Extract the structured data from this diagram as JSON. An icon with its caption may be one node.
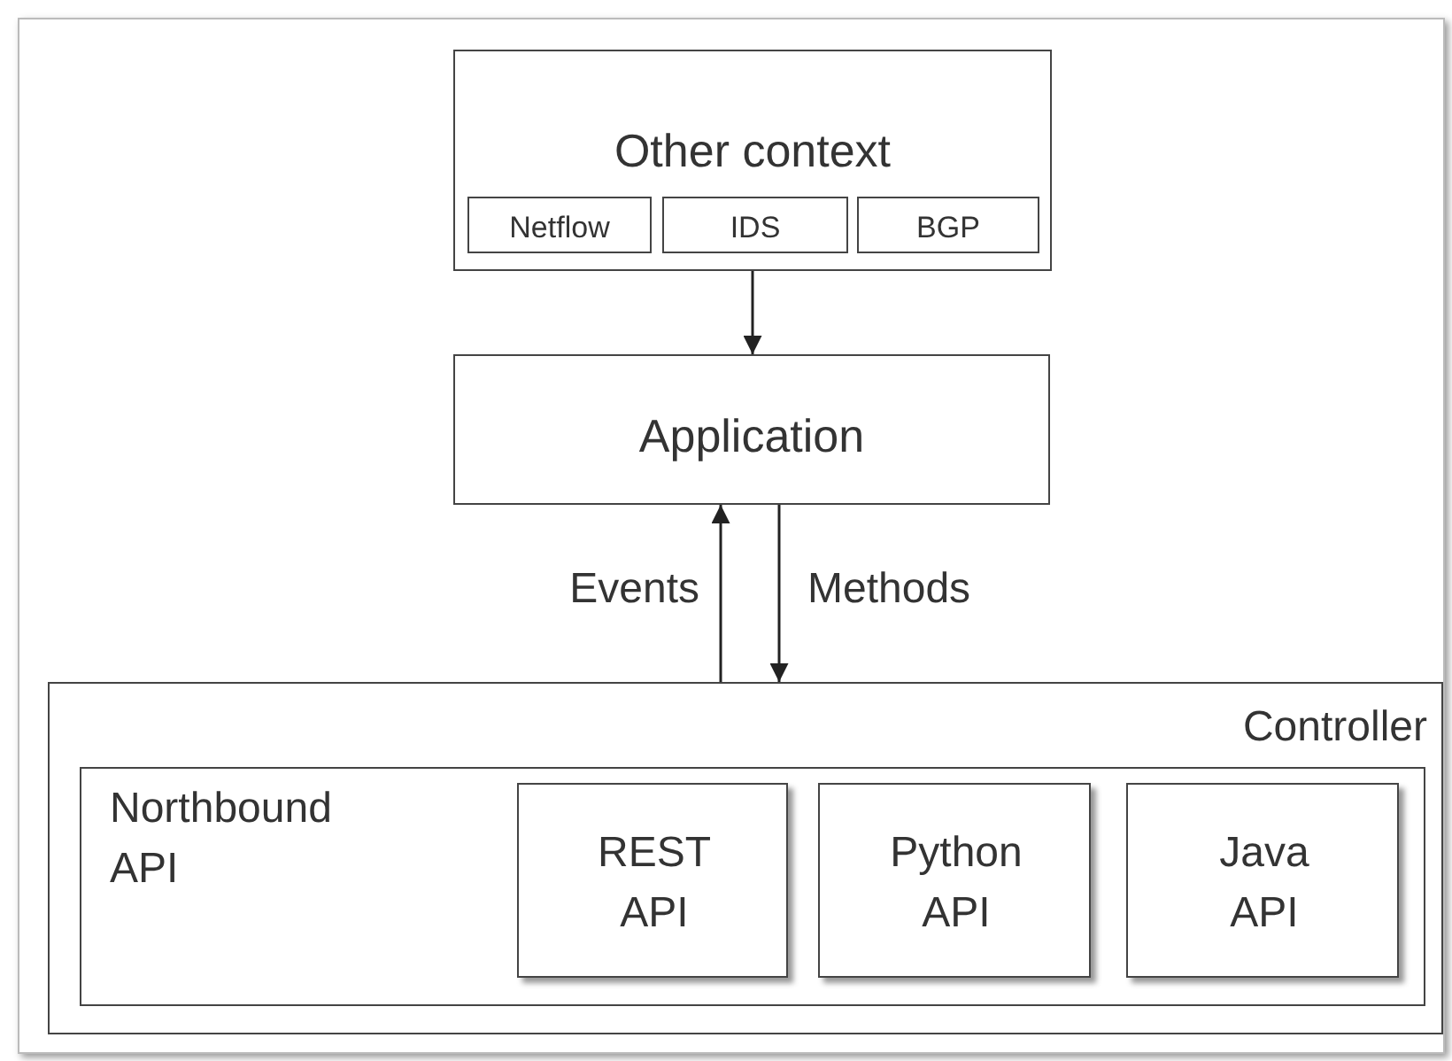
{
  "diagram": {
    "nodes": [
      {
        "text": [
          "Other context"
        ]
      },
      {
        "text": [
          "Netflow"
        ],
        "in": 0
      },
      {
        "text": [
          "IDS"
        ],
        "in": 0
      },
      {
        "text": [
          "BGP"
        ],
        "in": 0
      },
      {
        "text": [
          "Application"
        ]
      },
      {
        "text": [
          "Controller"
        ]
      },
      {
        "text": [
          "Northbound API"
        ],
        "in": 5
      },
      {
        "text": [
          "REST API"
        ],
        "in": 6
      },
      {
        "text": [
          "Python API"
        ],
        "in": 6
      },
      {
        "text": [
          "Java API"
        ],
        "in": 6
      }
    ],
    "edges": [
      {
        "from": 0,
        "to": 4,
        "arrow": "to"
      },
      {
        "from": 5,
        "to": 4,
        "arrow": "to",
        "label": "Events"
      },
      {
        "from": 4,
        "to": 5,
        "arrow": "to",
        "label": "Methods"
      }
    ]
  }
}
